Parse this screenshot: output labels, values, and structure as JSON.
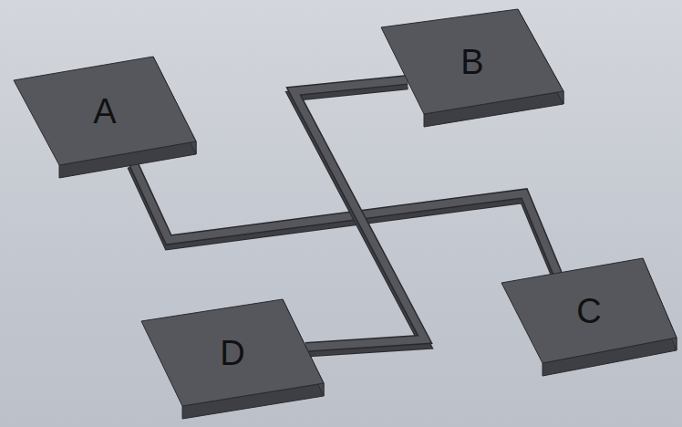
{
  "diagram": {
    "nodes": [
      {
        "text": [
          "A"
        ]
      },
      {
        "text": [
          "B"
        ]
      },
      {
        "text": [
          "C"
        ]
      },
      {
        "text": [
          "D"
        ]
      }
    ],
    "edges": [
      {
        "from": 0,
        "to": 2,
        "arrow": "none"
      },
      {
        "from": 1,
        "to": 3,
        "arrow": "none"
      }
    ]
  }
}
